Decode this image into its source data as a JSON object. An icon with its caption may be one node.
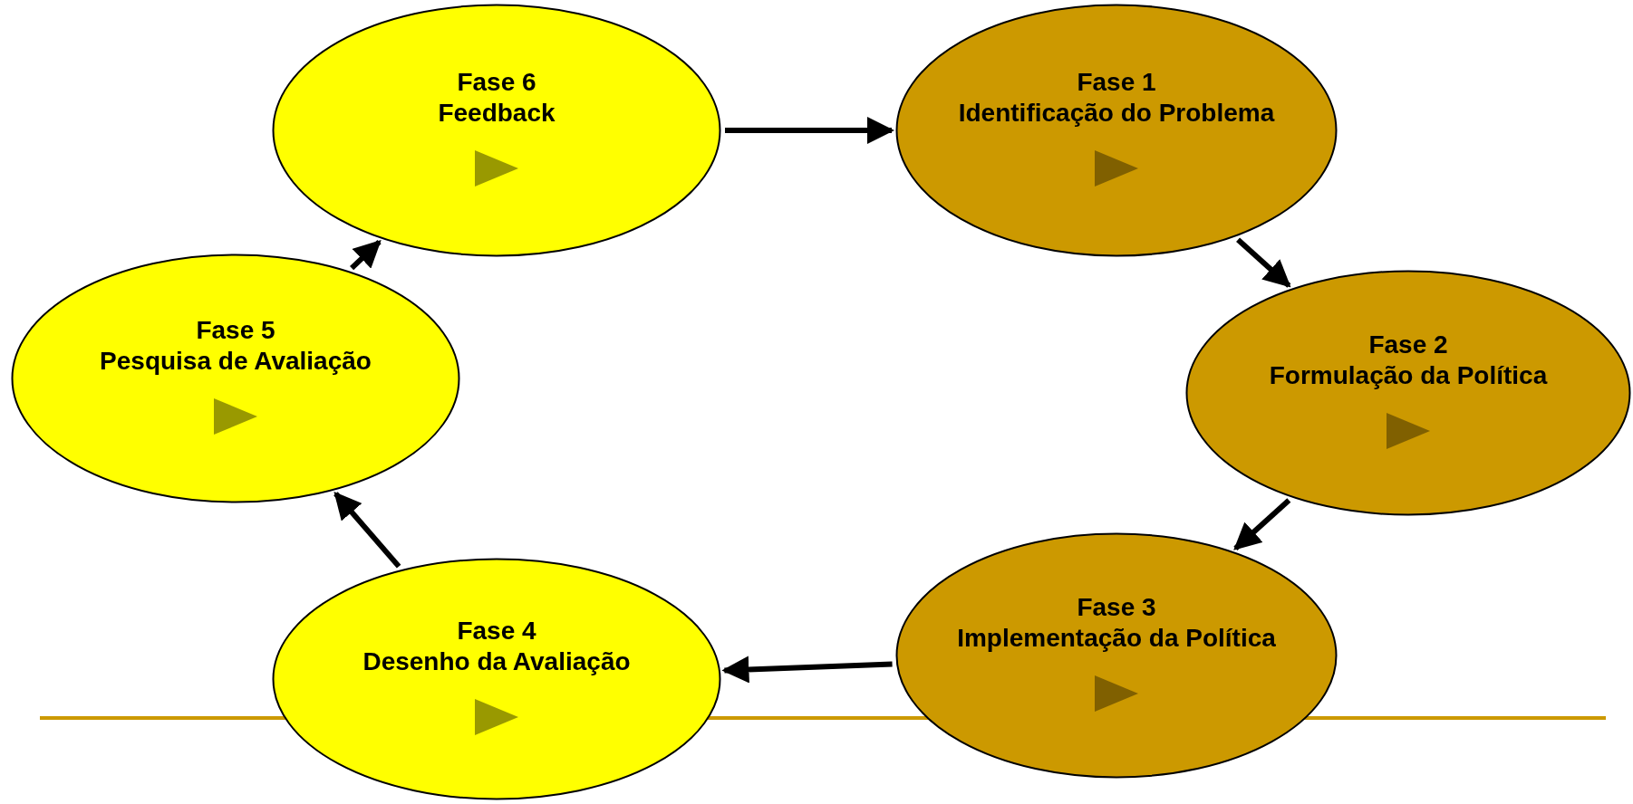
{
  "diagram": {
    "nodes": [
      {
        "text": [
          "Fase 1",
          "Identificação do Problema"
        ]
      },
      {
        "text": [
          "Fase 2",
          "Formulação da Política"
        ]
      },
      {
        "text": [
          "Fase 3",
          "Implementação da Política"
        ]
      },
      {
        "text": [
          "Fase 4",
          "Desenho da Avaliação"
        ]
      },
      {
        "text": [
          "Fase 5",
          "Pesquisa de Avaliação"
        ]
      },
      {
        "text": [
          "Fase 6",
          "Feedback"
        ]
      }
    ],
    "edges": [
      {
        "from": 0,
        "to": 1,
        "arrow": "to"
      },
      {
        "from": 1,
        "to": 2,
        "arrow": "to"
      },
      {
        "from": 2,
        "to": 3,
        "arrow": "to"
      },
      {
        "from": 3,
        "to": 4,
        "arrow": "to"
      },
      {
        "from": 4,
        "to": 5,
        "arrow": "to"
      },
      {
        "from": 5,
        "to": 0,
        "arrow": "to"
      }
    ]
  }
}
